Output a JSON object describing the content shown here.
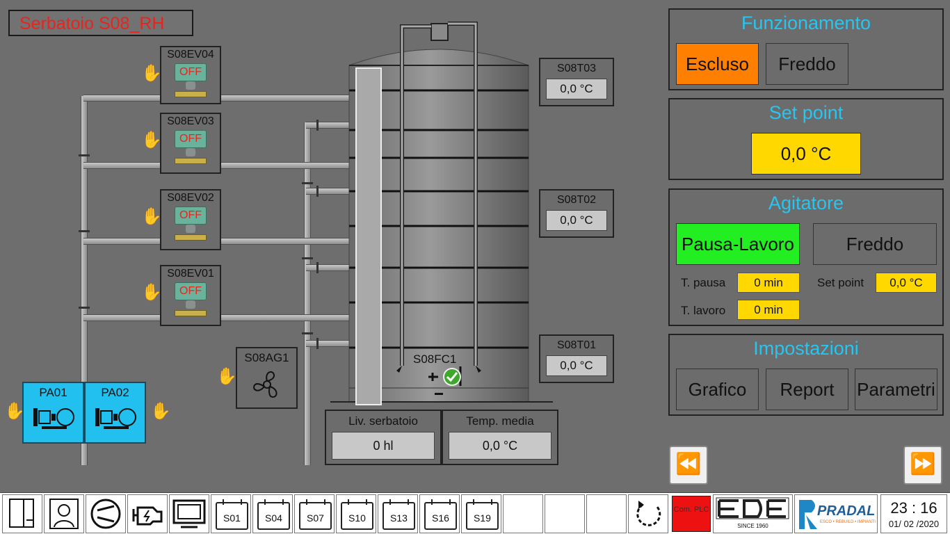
{
  "page_title": "Serbatoio S08_RH",
  "valves": [
    {
      "name": "S08EV04",
      "state": "OFF"
    },
    {
      "name": "S08EV03",
      "state": "OFF"
    },
    {
      "name": "S08EV02",
      "state": "OFF"
    },
    {
      "name": "S08EV01",
      "state": "OFF"
    }
  ],
  "agitator_device": {
    "name": "S08AG1"
  },
  "pumps": [
    {
      "name": "PA01"
    },
    {
      "name": "PA02"
    }
  ],
  "flow_switch": {
    "name": "S08FC1"
  },
  "sensors": [
    {
      "name": "S08T03",
      "value": "0,0 °C"
    },
    {
      "name": "S08T02",
      "value": "0,0 °C"
    },
    {
      "name": "S08T01",
      "value": "0,0 °C"
    }
  ],
  "level": {
    "label": "Liv. serbatoio",
    "value": "0 hl"
  },
  "avg_temp": {
    "label": "Temp. media",
    "value": "0,0 °C"
  },
  "funzionamento": {
    "title": "Funzionamento",
    "btn_escluso": "Escluso",
    "btn_freddo": "Freddo"
  },
  "setpoint": {
    "title": "Set point",
    "value": "0,0 °C"
  },
  "agitatore": {
    "title": "Agitatore",
    "btn_pausa": "Pausa-Lavoro",
    "btn_freddo": "Freddo",
    "t_pausa_label": "T. pausa",
    "t_pausa_value": "0 min",
    "t_lavoro_label": "T. lavoro",
    "t_lavoro_value": "0 min",
    "setpoint_label": "Set point",
    "setpoint_value": "0,0 °C"
  },
  "impostazioni": {
    "title": "Impostazioni",
    "btn_grafico": "Grafico",
    "btn_report": "Report",
    "btn_parametri": "Parametri"
  },
  "taskbar": {
    "tanks": [
      "S01",
      "S04",
      "S07",
      "S10",
      "S13",
      "S16",
      "S19"
    ],
    "com_plc": "Com. PLC",
    "logo_ede_sub": "SINCE 1960",
    "logo_pradal": "PRADAL",
    "logo_pradal_sub": "ESCO • REBUILD • IMPIANTI",
    "time": "23 : 16",
    "date": "01/ 02 /2020"
  },
  "colors": {
    "accent": "#27c5f0",
    "alarm_red": "#e8241d",
    "active_orange": "#ff7f00",
    "active_green": "#22ee22",
    "value_yellow": "#ffd800",
    "pump_blue": "#21c0ee"
  }
}
